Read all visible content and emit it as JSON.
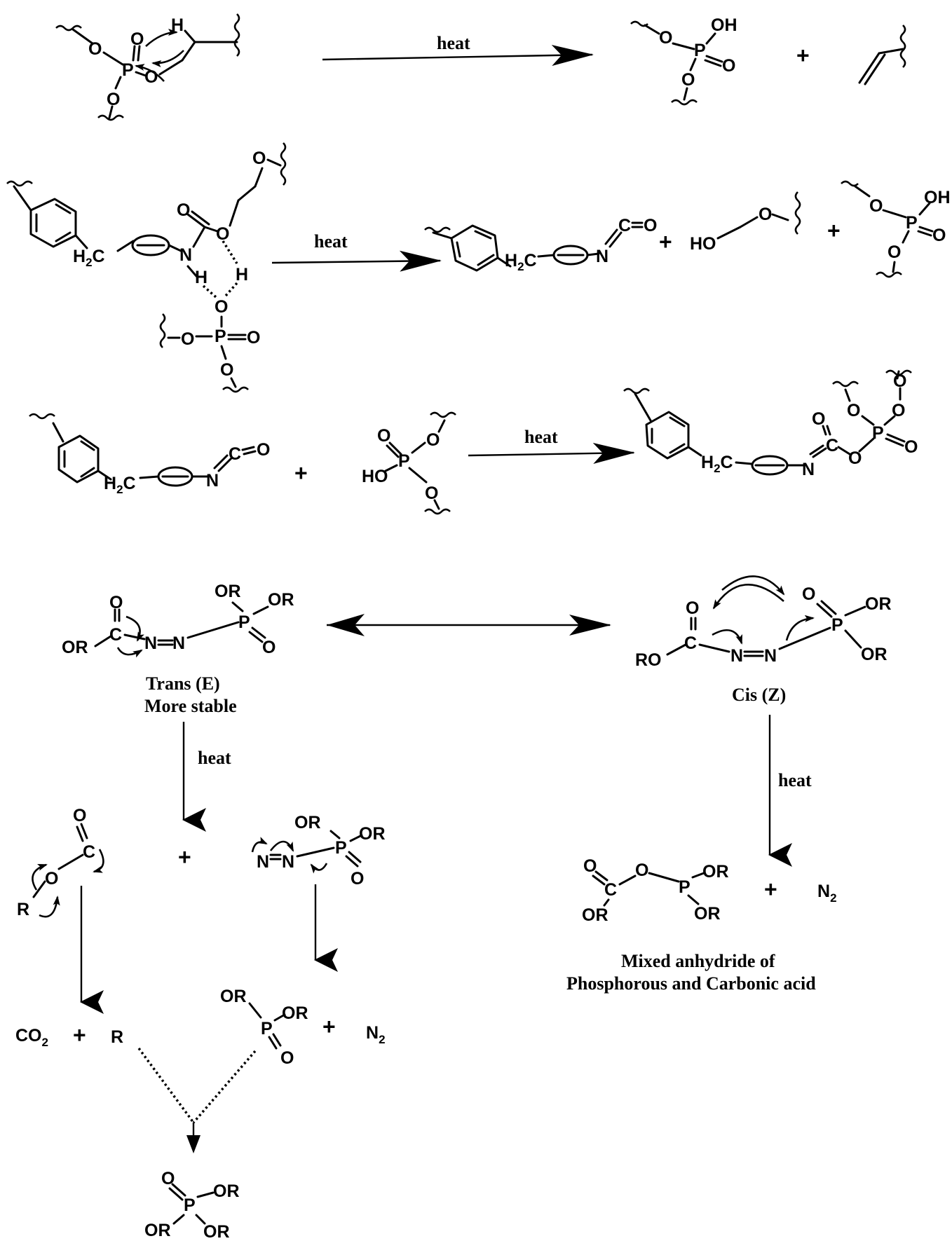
{
  "conditions": {
    "heat": "heat"
  },
  "operators": {
    "plus": "+"
  },
  "atoms": {
    "O": "O",
    "P": "P",
    "H": "H",
    "C": "C",
    "N": "N",
    "R": "R",
    "OH": "OH",
    "HO": "HO",
    "OR": "OR",
    "RO": "RO",
    "H2C": "H",
    "H2C_sub": "2",
    "H2C_tail": "C",
    "CO2": "CO",
    "CO2_sub": "2",
    "N2": "N",
    "N2_sub": "2"
  },
  "labels": {
    "trans_line1": "Trans (E)",
    "trans_line2": "More stable",
    "cis": "Cis (Z)",
    "anhydride_line1": "Mixed anhydride of",
    "anhydride_line2": "Phosphorous and Carbonic acid"
  }
}
